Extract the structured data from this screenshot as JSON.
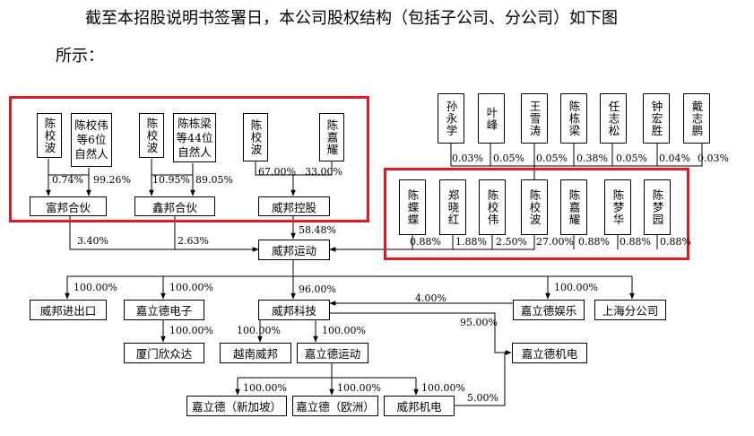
{
  "intro": {
    "line1": "截至本招股说明书签署日，本公司股权结构（包括子公司、分公司）如下图",
    "line2": "所示："
  },
  "colors": {
    "highlight": "#e01b22",
    "line": "#000000"
  },
  "entities": {
    "chen_xiaobo_a": "陈校波",
    "fubang_holders": "陈校伟等6位自然人",
    "chen_xiaobo_b": "陈校波",
    "xinbang_holders": "陈栋梁等44位自然人",
    "chen_xiaobo_c": "陈校波",
    "chen_jiayao_top": "陈嘉耀",
    "fubang": "富邦合伙",
    "xinbang": "鑫邦合伙",
    "weibang_holding": "威邦控股",
    "sun_yongxue": "孙永学",
    "ye_feng": "叶峰",
    "wang_xuetao": "王雪涛",
    "chen_dongliang": "陈栋梁",
    "ren_zhisong": "任志松",
    "zhong_hongsheng": "钟宏胜",
    "dai_zhipeng": "戴志鹏",
    "chen_diedie": "陈蝶蝶",
    "zheng_xiaohong": "郑晓红",
    "chen_xiaowei": "陈校伟",
    "chen_xiaobo_d": "陈校波",
    "chen_jiayao": "陈嘉耀",
    "chen_menghua": "陈梦华",
    "chen_mengyuan": "陈梦园",
    "weibang_sport": "威邦运动",
    "weibang_import_export": "威邦进出口",
    "jiaride_electronics": "嘉立德电子",
    "xiamen_xinzhongda": "厦门欣众达",
    "weibang_tech": "威邦科技",
    "jiaride_entertainment": "嘉立德娱乐",
    "shanghai_branch": "上海分公司",
    "vietnam_weibang": "越南威邦",
    "jiaride_sport": "嘉立德运动",
    "jiaride_electromech": "嘉立德机电",
    "jiaride_singapore": "嘉立德（新加坡）",
    "jiaride_europe": "嘉立德（欧洲）",
    "weibang_electromech": "威邦机电"
  },
  "percents": {
    "fubang_chen_xiaobo": "0.74%",
    "fubang_others": "99.26%",
    "xinbang_chen_xiaobo": "10.95%",
    "xinbang_others": "89.05%",
    "holding_chen_xiaobo": "67.00%",
    "holding_chen_jiayao": "33.00%",
    "sun_yongxue": "0.03%",
    "ye_feng": "0.05%",
    "wang_xuetao": "0.05%",
    "chen_dongliang": "0.38%",
    "ren_zhisong": "0.05%",
    "zhong_hongsheng": "0.04%",
    "dai_zhipeng": "0.03%",
    "chen_diedie": "0.88%",
    "zheng_xiaohong": "1.88%",
    "chen_xiaowei": "2.50%",
    "chen_xiaobo": "27.00%",
    "chen_jiayao": "0.88%",
    "chen_menghua": "0.88%",
    "chen_mengyuan": "0.88%",
    "fubang_to_sport": "3.40%",
    "xinbang_to_sport": "2.63%",
    "holding_to_sport": "58.48%",
    "sport_to_import_export": "100.00%",
    "sport_to_electronics": "100.00%",
    "sport_to_tech": "96.00%",
    "sport_to_entertainment": "100.00%",
    "entertainment_to_tech": "4.00%",
    "electronics_to_xinzhongda": "100.00%",
    "tech_to_vietnam": "100.00%",
    "tech_to_jiaride_sport": "100.00%",
    "tech_to_electromech": "95.00%",
    "jiaride_sport_to_singapore": "100.00%",
    "jiaride_sport_to_europe": "100.00%",
    "jiaride_sport_to_weibang_em": "100.00%",
    "weibang_em_to_jiaride_em": "5.00%"
  }
}
